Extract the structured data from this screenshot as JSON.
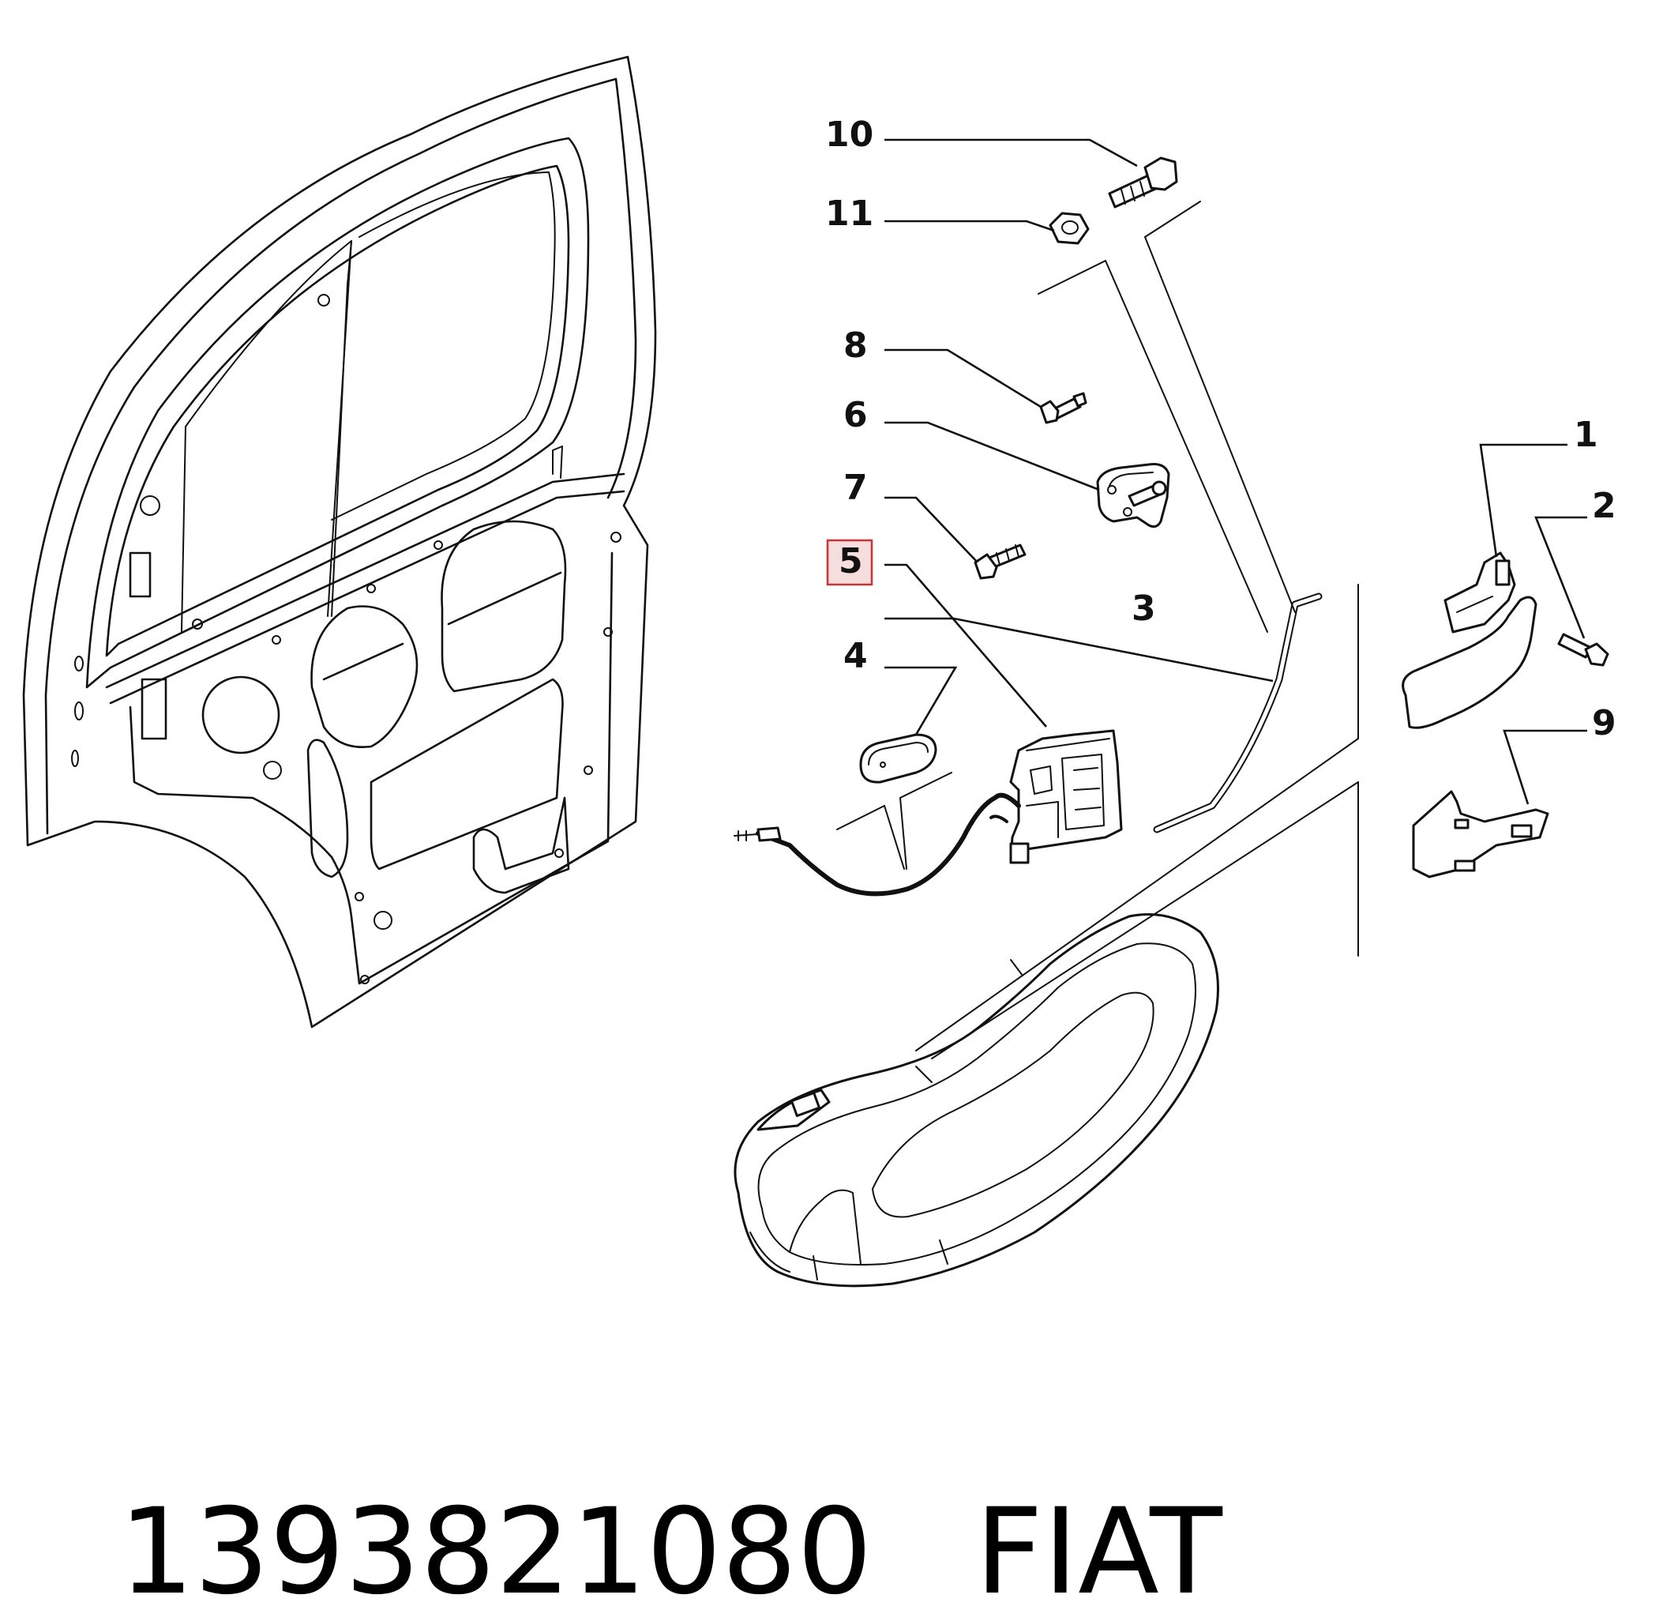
{
  "diagram": {
    "callouts": [
      "10",
      "11",
      "8",
      "6",
      "7",
      "5",
      "4",
      "3",
      "1",
      "2",
      "9"
    ],
    "highlighted_callout": "5",
    "highlight_color": "#cc3333",
    "highlight_fill": "#f7dede"
  },
  "caption": {
    "part_number": "1393821080",
    "brand": "FIAT"
  }
}
